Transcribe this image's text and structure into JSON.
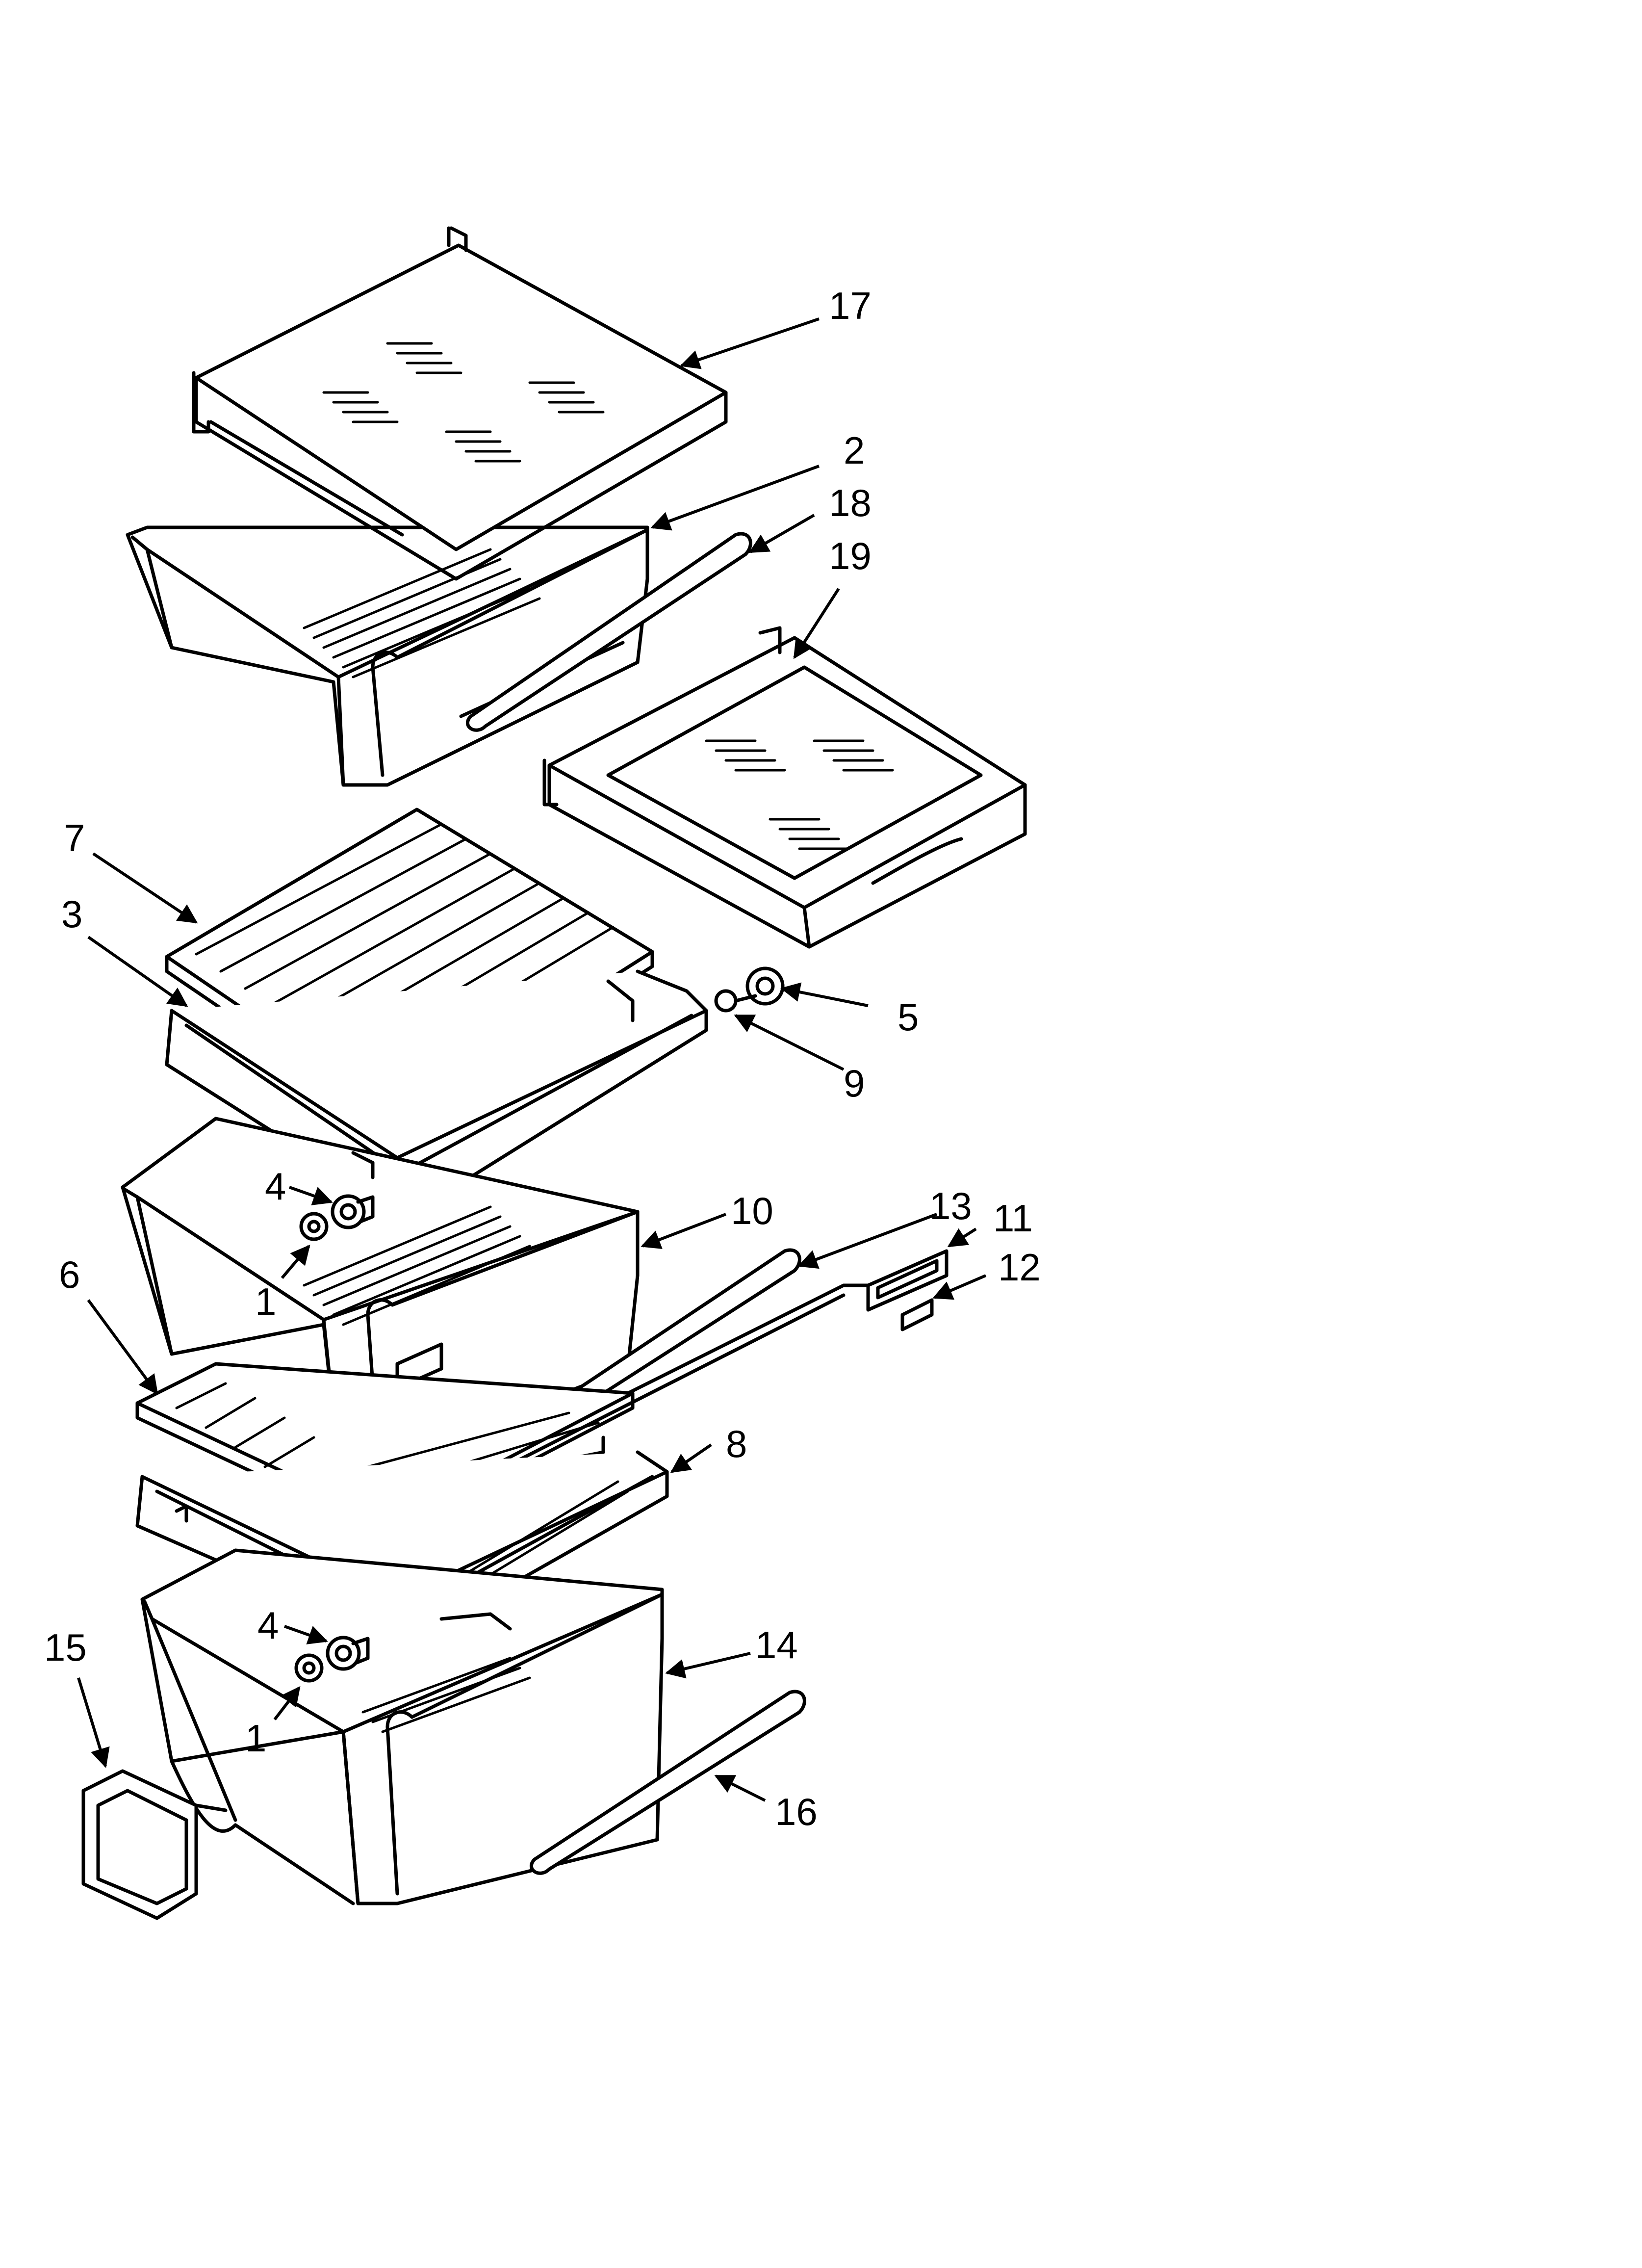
{
  "callouts": [
    "17",
    "2",
    "18",
    "19",
    "7",
    "3",
    "5",
    "9",
    "4",
    "10",
    "13",
    "11",
    "12",
    "1",
    "6",
    "8",
    "4",
    "15",
    "14",
    "1",
    "16"
  ]
}
